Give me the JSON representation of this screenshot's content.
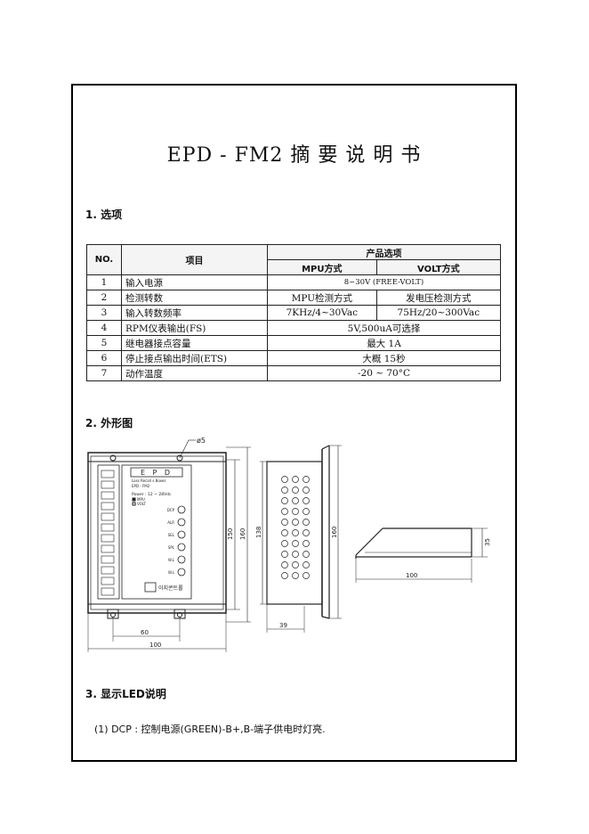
{
  "title": "EPD - FM2  摘 要 说 明 书",
  "sections": {
    "s1": "1. 选项",
    "s2": "2. 外形图",
    "s3": "3. 显示LED说明"
  },
  "table": {
    "h_no": "NO.",
    "h_item": "项目",
    "h_product": "产品选项",
    "h_mpu": "MPU方式",
    "h_volt": "VOLT方式",
    "rows": [
      {
        "no": "1",
        "item": "输入电源",
        "merged": "8~30V (FREE-VOLT)"
      },
      {
        "no": "2",
        "item": "检测转数",
        "mpu": "MPU检测方式",
        "volt": "发电压检测方式"
      },
      {
        "no": "3",
        "item": "输入转数频率",
        "mpu": "7KHz/4~30Vac",
        "volt": "75Hz/20~300Vac"
      },
      {
        "no": "4",
        "item": "RPM仪表输出(FS)",
        "merged": "5V,500uA可选择"
      },
      {
        "no": "5",
        "item": "继电器接点容量",
        "merged": "最大 1A"
      },
      {
        "no": "6",
        "item": "停止接点输出时间(ETS)",
        "merged": "大概 15秒"
      },
      {
        "no": "7",
        "item": "动作温度",
        "merged": "-20 ~ 70°C"
      }
    ]
  },
  "drawing": {
    "hole": "ø5",
    "front_box_label": "E P D",
    "front_small1": "Loss  Recall  s  Boxes",
    "front_small2": "EPD - FM2",
    "power": "Power : 12 ~ 28Vdc",
    "mpu": "MPU",
    "volt": "VOLT",
    "leds": [
      "DCP",
      "ALR",
      "SEL",
      "SPL",
      "W.L",
      "W.L"
    ],
    "brand": "이지콘트롤",
    "dim_150": "150",
    "dim_160": "160",
    "dim_60": "60",
    "dim_100": "100",
    "dim_138": "138",
    "dim_160b": "160",
    "dim_39": "39",
    "dim_35": "35",
    "dim_100b": "100"
  },
  "led_line": "(1)  DCP  :  控制电源(GREEN)-B+,B-端子供电时灯亮."
}
